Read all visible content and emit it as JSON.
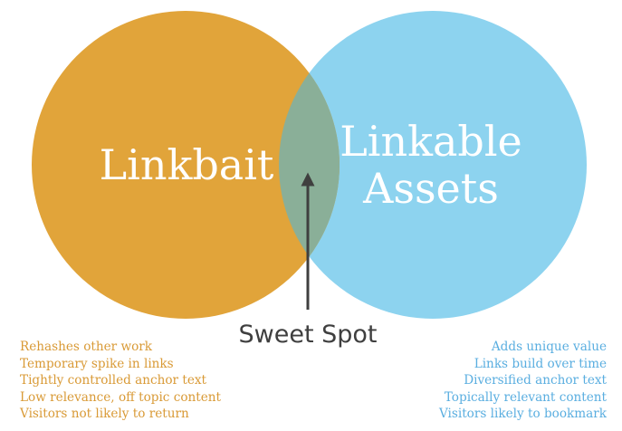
{
  "diagram": {
    "left_circle": {
      "label": "Linkbait",
      "color": "#e1a43a"
    },
    "right_circle": {
      "label_line1": "Linkable",
      "label_line2": "Assets",
      "color": "#8dd3ef"
    },
    "overlap_color": "#8aaf98",
    "arrow_color": "#3f3f3f",
    "sweet_spot_label": "Sweet Spot"
  },
  "left_list": {
    "color": "#d99a36",
    "items": [
      "Rehashes other work",
      "Temporary spike in links",
      "Tightly controlled anchor text",
      "Low relevance, off topic content",
      "Visitors not likely to return"
    ]
  },
  "right_list": {
    "color": "#5aaee0",
    "items": [
      "Adds unique value",
      "Links build over time",
      "Diversified anchor text",
      "Topically relevant content",
      "Visitors likely to bookmark"
    ]
  }
}
